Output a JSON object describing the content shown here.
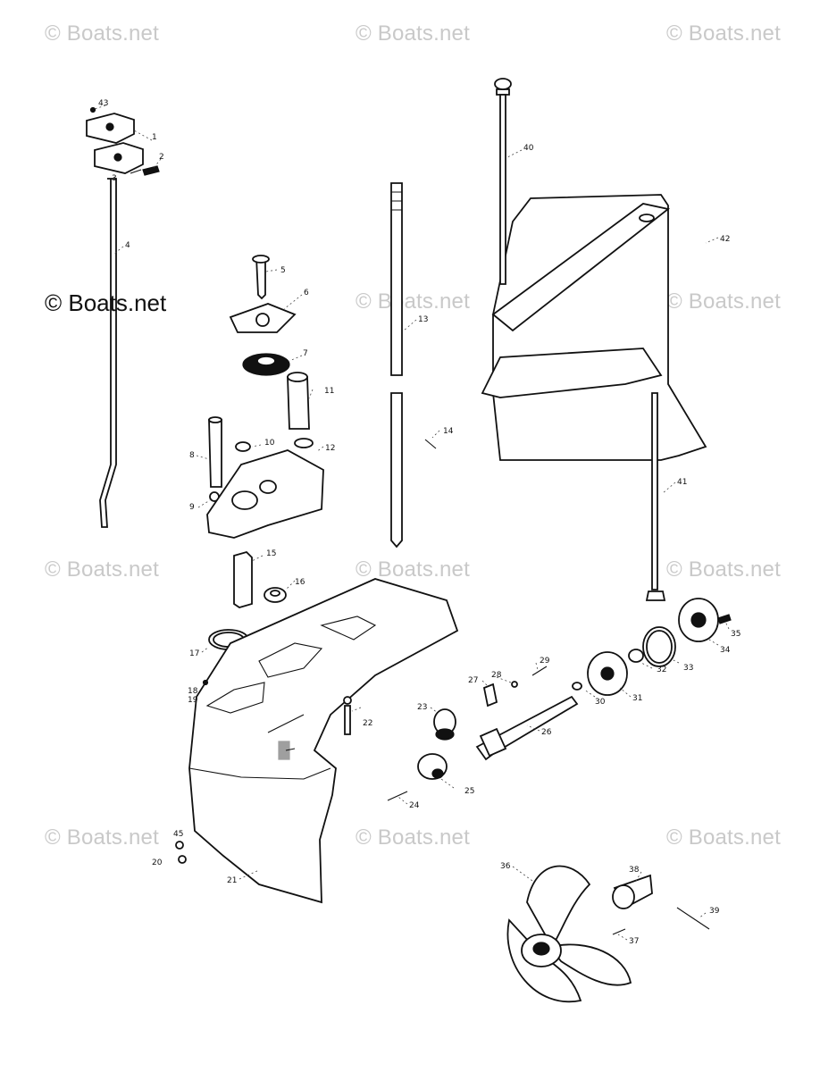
{
  "watermark": {
    "text": "© Boats.net",
    "count": 12
  },
  "copyright_label": "© Boats.net",
  "part_labels": [
    "43",
    "1",
    "2",
    "3",
    "4",
    "5",
    "6",
    "7",
    "8",
    "9",
    "10",
    "11",
    "12",
    "13",
    "14",
    "15",
    "16",
    "17",
    "18",
    "19",
    "20",
    "21",
    "22",
    "23",
    "24",
    "25",
    "26",
    "27",
    "28",
    "29",
    "30",
    "31",
    "32",
    "33",
    "34",
    "35",
    "36",
    "37",
    "38",
    "39",
    "40",
    "41",
    "42",
    "45"
  ]
}
